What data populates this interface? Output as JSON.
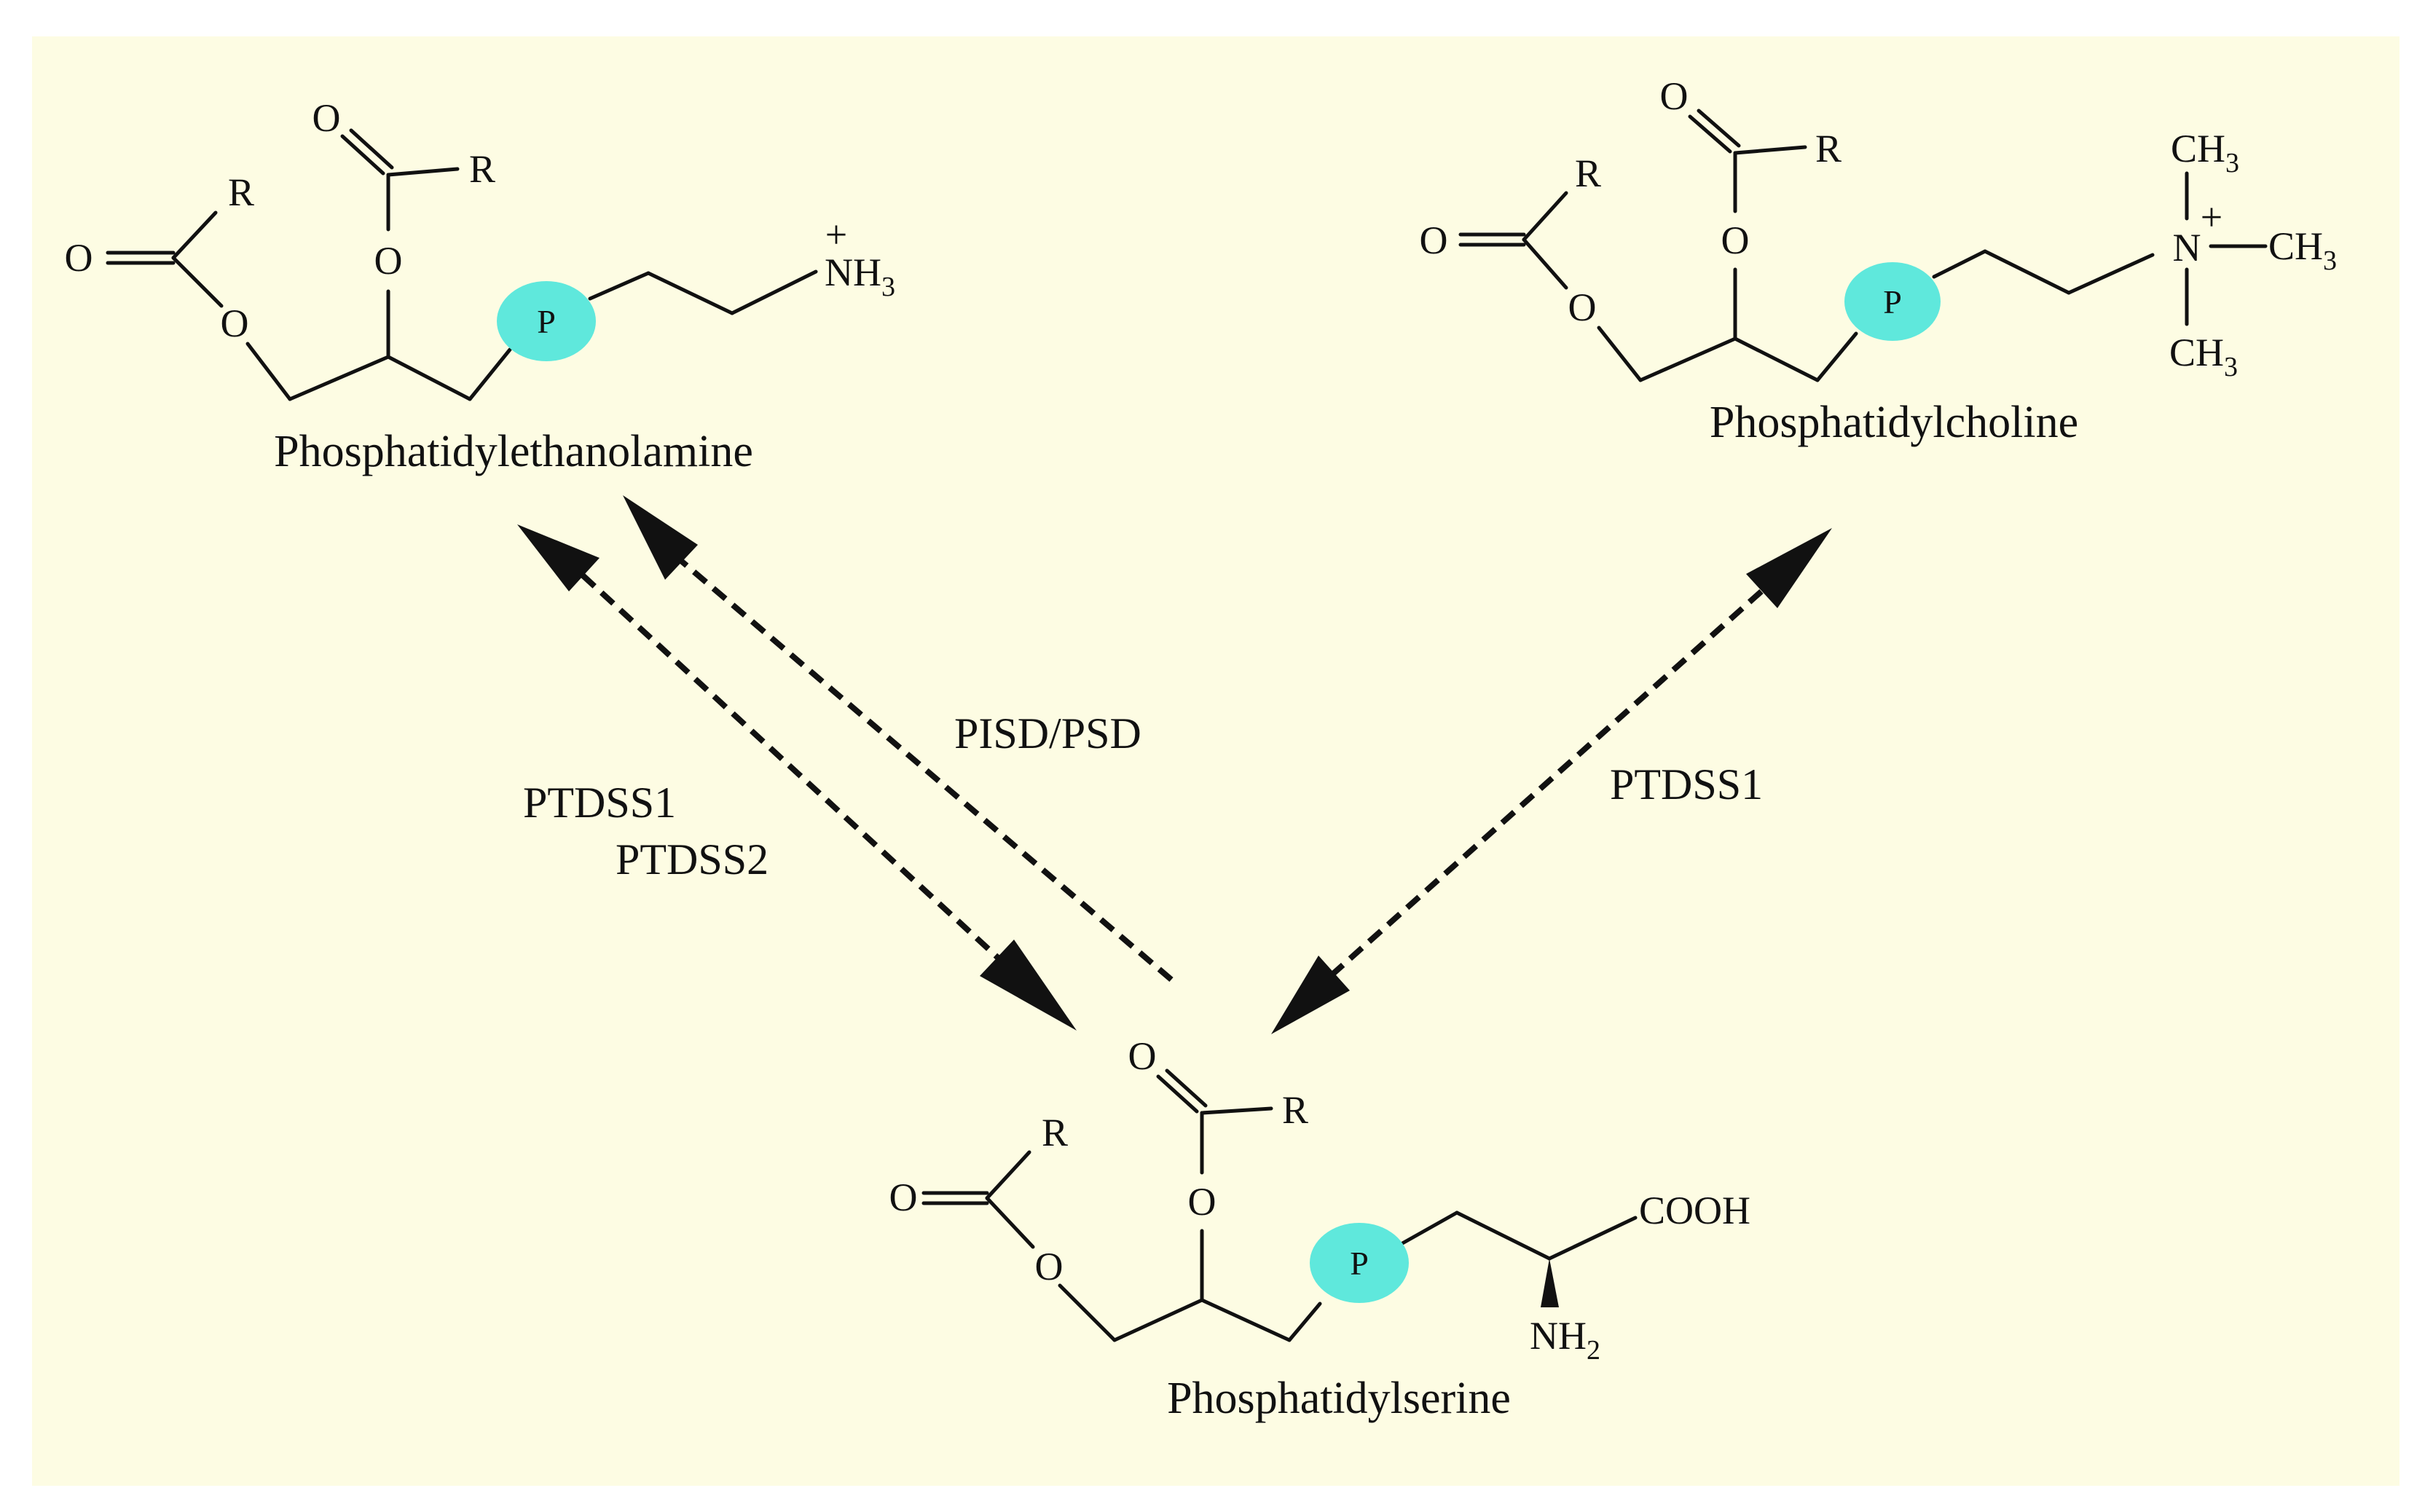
{
  "molecules": {
    "pe": {
      "name": "Phosphatidylethanolamine",
      "o_carbonyl_1": "O",
      "o_ester_1": "O",
      "r_1": "R",
      "o_carbonyl_2": "O",
      "o_ester_2": "O",
      "r_2": "R",
      "phosphate": "P",
      "amine": "NH",
      "amine_sub": "3",
      "charge": "+"
    },
    "pc": {
      "name": "Phosphatidylcholine",
      "o_carbonyl_1": "O",
      "o_ester_1": "O",
      "r_1": "R",
      "o_carbonyl_2": "O",
      "o_ester_2": "O",
      "r_2": "R",
      "phosphate": "P",
      "nitrogen": "N",
      "charge": "+",
      "methyl": "CH",
      "methyl_sub": "3"
    },
    "ps": {
      "name": "Phosphatidylserine",
      "o_carbonyl_1": "O",
      "o_ester_1": "O",
      "r_1": "R",
      "o_carbonyl_2": "O",
      "o_ester_2": "O",
      "r_2": "R",
      "phosphate": "P",
      "carboxyl": "COOH",
      "amine": "NH",
      "amine_sub": "2"
    }
  },
  "enzymes": {
    "pisd": "PISD/PSD",
    "ptdss1_left": "PTDSS1",
    "ptdss2_left": "PTDSS2",
    "ptdss1_right": "PTDSS1"
  },
  "colors": {
    "background": "#fdfce3",
    "phosphate": "#5fe8dc",
    "ink": "#111111"
  }
}
